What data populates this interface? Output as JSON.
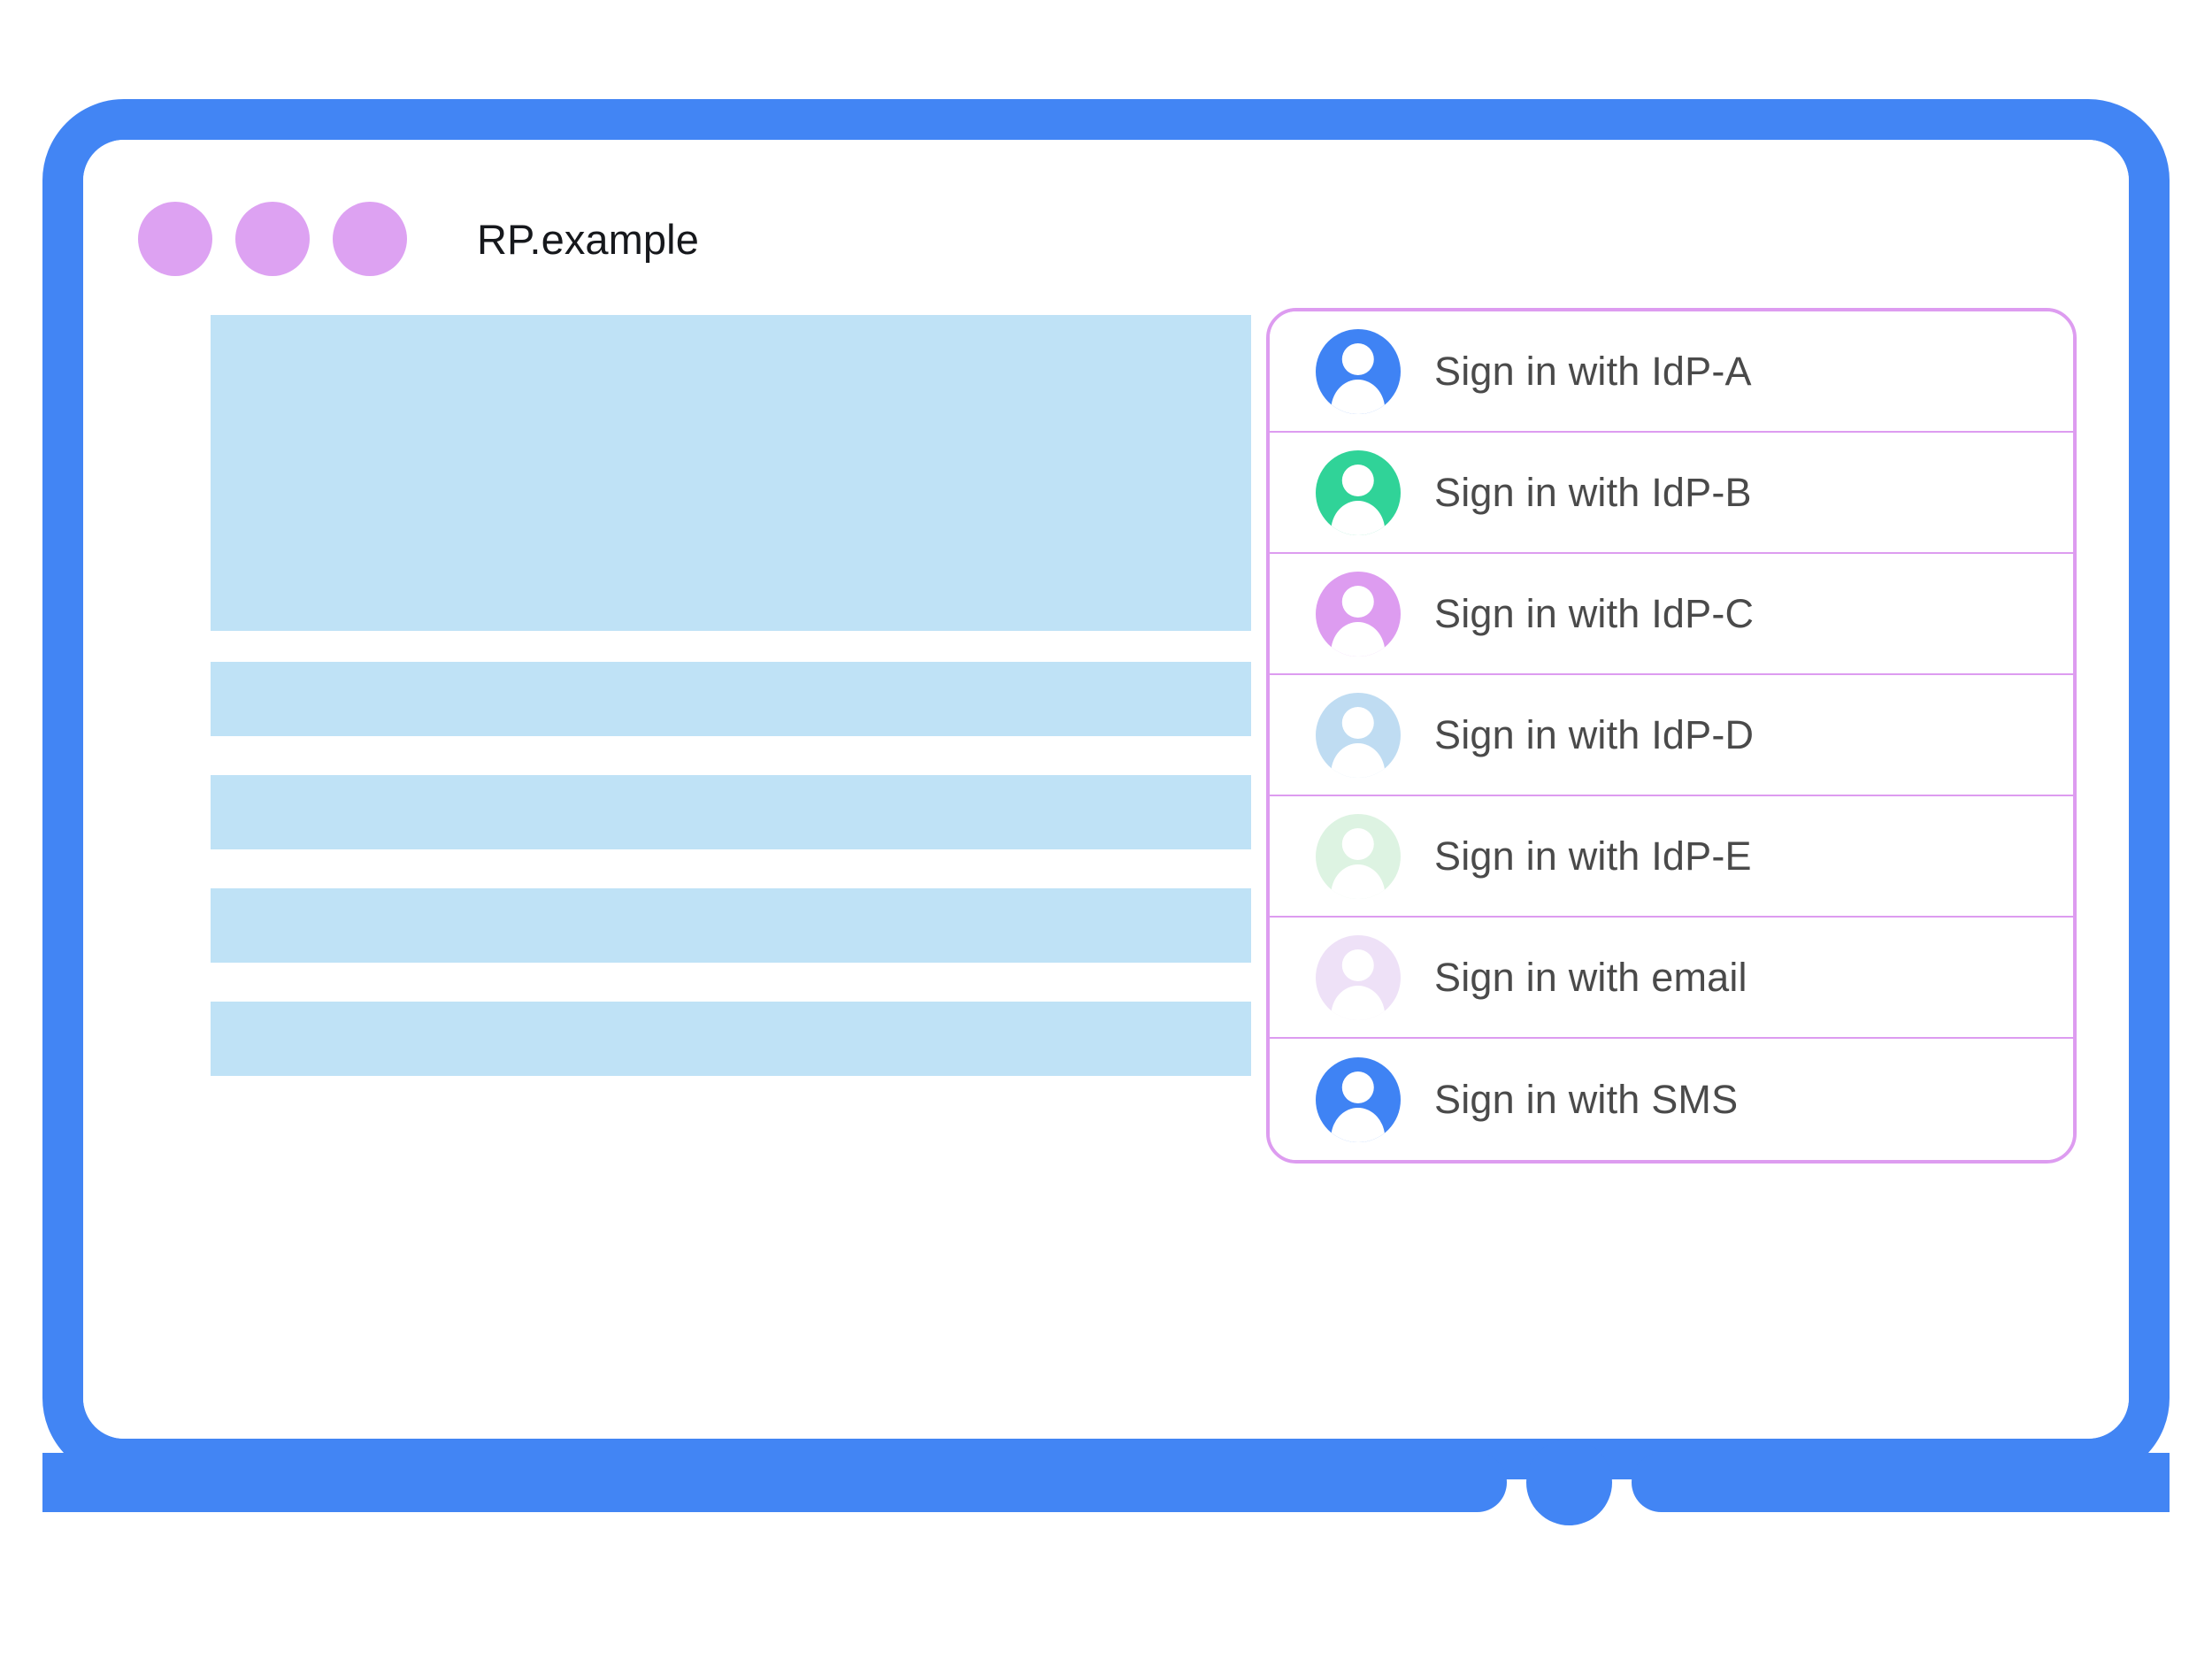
{
  "window": {
    "title": "RP.example",
    "dots": [
      "window-dot-1",
      "window-dot-2",
      "window-dot-3"
    ],
    "frame_color": "#4285f4",
    "dot_color": "#dda2f2"
  },
  "content": {
    "placeholder_color": "#bfe2f6",
    "blocks": [
      {
        "name": "hero-placeholder",
        "kind": "hero"
      },
      {
        "name": "text-line-placeholder-1",
        "kind": "bar"
      },
      {
        "name": "text-line-placeholder-2",
        "kind": "bar"
      },
      {
        "name": "text-line-placeholder-3",
        "kind": "bar"
      },
      {
        "name": "text-line-placeholder-4",
        "kind": "bar"
      }
    ]
  },
  "account_dialog": {
    "border_color": "#dd9cf0",
    "divider_color": "#dd9cf0",
    "label_color": "#4a4a4a",
    "options": [
      {
        "label": "Sign in with IdP-A",
        "avatar_color": "#3f83f4",
        "icon": "account-avatar-icon"
      },
      {
        "label": "Sign in with IdP-B",
        "avatar_color": "#30d398",
        "icon": "account-avatar-icon"
      },
      {
        "label": "Sign in with IdP-C",
        "avatar_color": "#dd9cf0",
        "icon": "account-avatar-icon"
      },
      {
        "label": "Sign in with IdP-D",
        "avatar_color": "#bfdcf2",
        "icon": "account-avatar-icon"
      },
      {
        "label": "Sign in with IdP-E",
        "avatar_color": "#ddf3e2",
        "icon": "account-avatar-icon"
      },
      {
        "label": "Sign in with email",
        "avatar_color": "#eee1f7",
        "icon": "account-avatar-icon"
      },
      {
        "label": "Sign in with SMS",
        "avatar_color": "#3f83f4",
        "icon": "account-avatar-icon"
      }
    ]
  },
  "bottom_bar": {
    "home_button": "home-button",
    "color": "#4285f4"
  }
}
